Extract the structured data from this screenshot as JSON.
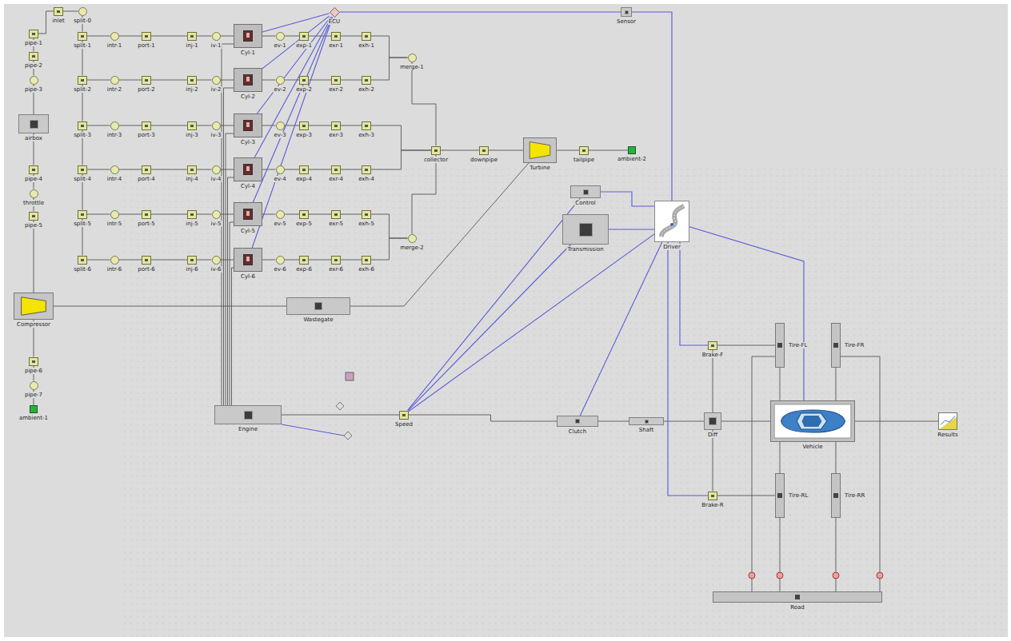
{
  "diagram": {
    "nodes": [
      {
        "text": [
          "inlet"
        ]
      },
      {
        "text": [
          "pipe-1"
        ]
      },
      {
        "text": [
          "pipe-2"
        ]
      },
      {
        "text": [
          "pipe-3"
        ]
      },
      {
        "text": [
          "airbox"
        ]
      },
      {
        "text": [
          "pipe-4"
        ]
      },
      {
        "text": [
          "throttle"
        ]
      },
      {
        "text": [
          "pipe-5"
        ]
      },
      {
        "text": [
          "Compressor"
        ]
      },
      {
        "text": [
          "pipe-6"
        ]
      },
      {
        "text": [
          "pipe-7"
        ]
      },
      {
        "text": [
          "ambient-1"
        ]
      },
      {
        "text": [
          "split-0"
        ]
      },
      {
        "text": [
          "split-1"
        ]
      },
      {
        "text": [
          "split-2"
        ]
      },
      {
        "text": [
          "split-3"
        ]
      },
      {
        "text": [
          "split-4"
        ]
      },
      {
        "text": [
          "split-5"
        ]
      },
      {
        "text": [
          "split-6"
        ]
      },
      {
        "text": [
          "intr-1"
        ]
      },
      {
        "text": [
          "port-1"
        ]
      },
      {
        "text": [
          "inj-1"
        ]
      },
      {
        "text": [
          "iv-1"
        ]
      },
      {
        "text": [
          "Cyl-1"
        ]
      },
      {
        "text": [
          "ev-1"
        ]
      },
      {
        "text": [
          "exp-1"
        ]
      },
      {
        "text": [
          "exr-1"
        ]
      },
      {
        "text": [
          "exh-1"
        ]
      },
      {
        "text": [
          "intr-2"
        ]
      },
      {
        "text": [
          "port-2"
        ]
      },
      {
        "text": [
          "inj-2"
        ]
      },
      {
        "text": [
          "iv-2"
        ]
      },
      {
        "text": [
          "Cyl-2"
        ]
      },
      {
        "text": [
          "ev-2"
        ]
      },
      {
        "text": [
          "exp-2"
        ]
      },
      {
        "text": [
          "exr-2"
        ]
      },
      {
        "text": [
          "exh-2"
        ]
      },
      {
        "text": [
          "intr-3"
        ]
      },
      {
        "text": [
          "port-3"
        ]
      },
      {
        "text": [
          "inj-3"
        ]
      },
      {
        "text": [
          "iv-3"
        ]
      },
      {
        "text": [
          "Cyl-3"
        ]
      },
      {
        "text": [
          "ev-3"
        ]
      },
      {
        "text": [
          "exp-3"
        ]
      },
      {
        "text": [
          "exr-3"
        ]
      },
      {
        "text": [
          "exh-3"
        ]
      },
      {
        "text": [
          "intr-4"
        ]
      },
      {
        "text": [
          "port-4"
        ]
      },
      {
        "text": [
          "inj-4"
        ]
      },
      {
        "text": [
          "iv-4"
        ]
      },
      {
        "text": [
          "Cyl-4"
        ]
      },
      {
        "text": [
          "ev-4"
        ]
      },
      {
        "text": [
          "exp-4"
        ]
      },
      {
        "text": [
          "exr-4"
        ]
      },
      {
        "text": [
          "exh-4"
        ]
      },
      {
        "text": [
          "intr-5"
        ]
      },
      {
        "text": [
          "port-5"
        ]
      },
      {
        "text": [
          "inj-5"
        ]
      },
      {
        "text": [
          "iv-5"
        ]
      },
      {
        "text": [
          "Cyl-5"
        ]
      },
      {
        "text": [
          "ev-5"
        ]
      },
      {
        "text": [
          "exp-5"
        ]
      },
      {
        "text": [
          "exr-5"
        ]
      },
      {
        "text": [
          "exh-5"
        ]
      },
      {
        "text": [
          "intr-6"
        ]
      },
      {
        "text": [
          "port-6"
        ]
      },
      {
        "text": [
          "inj-6"
        ]
      },
      {
        "text": [
          "iv-6"
        ]
      },
      {
        "text": [
          "Cyl-6"
        ]
      },
      {
        "text": [
          "ev-6"
        ]
      },
      {
        "text": [
          "exp-6"
        ]
      },
      {
        "text": [
          "exr-6"
        ]
      },
      {
        "text": [
          "exh-6"
        ]
      },
      {
        "text": [
          "merge-1"
        ]
      },
      {
        "text": [
          "merge-2"
        ]
      },
      {
        "text": [
          "collector"
        ]
      },
      {
        "text": [
          "downpipe"
        ]
      },
      {
        "text": [
          "Turbine"
        ]
      },
      {
        "text": [
          "tailpipe"
        ]
      },
      {
        "text": [
          "ambient-2"
        ]
      },
      {
        "text": [
          "Engine"
        ]
      },
      {
        "text": [
          "Wastegate"
        ]
      },
      {
        "text": [
          "ECU"
        ]
      },
      {
        "text": [
          "Sensor"
        ]
      },
      {
        "text": [
          "Driver"
        ]
      },
      {
        "text": [
          "Control"
        ]
      },
      {
        "text": [
          "Transmission"
        ]
      },
      {
        "text": [
          "Clutch"
        ]
      },
      {
        "text": [
          "Shaft"
        ]
      },
      {
        "text": [
          "Diff"
        ]
      },
      {
        "text": [
          "Vehicle"
        ]
      },
      {
        "text": [
          "Results"
        ]
      },
      {
        "text": [
          "Tire-FL"
        ]
      },
      {
        "text": [
          "Tire-FR"
        ]
      },
      {
        "text": [
          "Tire-RL"
        ]
      },
      {
        "text": [
          "Tire-RR"
        ]
      },
      {
        "text": [
          "Brake-F"
        ]
      },
      {
        "text": [
          "Brake-R"
        ]
      },
      {
        "text": [
          "Road"
        ]
      },
      {
        "text": [
          "Speed"
        ]
      }
    ],
    "edges": [
      {
        "from": 0,
        "to": 12,
        "arrow": "none"
      },
      {
        "from": 0,
        "to": 1,
        "arrow": "none"
      },
      {
        "from": 1,
        "to": 2,
        "arrow": "none"
      },
      {
        "from": 2,
        "to": 3,
        "arrow": "none"
      },
      {
        "from": 3,
        "to": 4,
        "arrow": "none"
      },
      {
        "from": 4,
        "to": 5,
        "arrow": "none"
      },
      {
        "from": 5,
        "to": 6,
        "arrow": "none"
      },
      {
        "from": 6,
        "to": 7,
        "arrow": "none"
      },
      {
        "from": 7,
        "to": 8,
        "arrow": "none"
      },
      {
        "from": 8,
        "to": 9,
        "arrow": "none"
      },
      {
        "from": 9,
        "to": 10,
        "arrow": "none"
      },
      {
        "from": 10,
        "to": 11,
        "arrow": "none"
      },
      {
        "from": 12,
        "to": 13,
        "arrow": "none"
      },
      {
        "from": 13,
        "to": 14,
        "arrow": "none"
      },
      {
        "from": 14,
        "to": 15,
        "arrow": "none"
      },
      {
        "from": 15,
        "to": 16,
        "arrow": "none"
      },
      {
        "from": 16,
        "to": 17,
        "arrow": "none"
      },
      {
        "from": 17,
        "to": 18,
        "arrow": "none"
      },
      {
        "from": 13,
        "to": 19,
        "arrow": "none"
      },
      {
        "from": 14,
        "to": 28,
        "arrow": "none"
      },
      {
        "from": 15,
        "to": 37,
        "arrow": "none"
      },
      {
        "from": 16,
        "to": 46,
        "arrow": "none"
      },
      {
        "from": 17,
        "to": 55,
        "arrow": "none"
      },
      {
        "from": 18,
        "to": 64,
        "arrow": "none"
      },
      {
        "from": 19,
        "to": 20,
        "arrow": "none"
      },
      {
        "from": 20,
        "to": 21,
        "arrow": "none"
      },
      {
        "from": 21,
        "to": 22,
        "arrow": "none"
      },
      {
        "from": 22,
        "to": 23,
        "arrow": "none"
      },
      {
        "from": 23,
        "to": 24,
        "arrow": "none"
      },
      {
        "from": 24,
        "to": 25,
        "arrow": "none"
      },
      {
        "from": 25,
        "to": 26,
        "arrow": "none"
      },
      {
        "from": 26,
        "to": 27,
        "arrow": "none"
      },
      {
        "from": 28,
        "to": 29,
        "arrow": "none"
      },
      {
        "from": 29,
        "to": 30,
        "arrow": "none"
      },
      {
        "from": 30,
        "to": 31,
        "arrow": "none"
      },
      {
        "from": 31,
        "to": 32,
        "arrow": "none"
      },
      {
        "from": 32,
        "to": 33,
        "arrow": "none"
      },
      {
        "from": 33,
        "to": 34,
        "arrow": "none"
      },
      {
        "from": 34,
        "to": 35,
        "arrow": "none"
      },
      {
        "from": 35,
        "to": 36,
        "arrow": "none"
      },
      {
        "from": 37,
        "to": 38,
        "arrow": "none"
      },
      {
        "from": 38,
        "to": 39,
        "arrow": "none"
      },
      {
        "from": 39,
        "to": 40,
        "arrow": "none"
      },
      {
        "from": 40,
        "to": 41,
        "arrow": "none"
      },
      {
        "from": 41,
        "to": 42,
        "arrow": "none"
      },
      {
        "from": 42,
        "to": 43,
        "arrow": "none"
      },
      {
        "from": 43,
        "to": 44,
        "arrow": "none"
      },
      {
        "from": 44,
        "to": 45,
        "arrow": "none"
      },
      {
        "from": 46,
        "to": 47,
        "arrow": "none"
      },
      {
        "from": 47,
        "to": 48,
        "arrow": "none"
      },
      {
        "from": 48,
        "to": 49,
        "arrow": "none"
      },
      {
        "from": 49,
        "to": 50,
        "arrow": "none"
      },
      {
        "from": 50,
        "to": 51,
        "arrow": "none"
      },
      {
        "from": 51,
        "to": 52,
        "arrow": "none"
      },
      {
        "from": 52,
        "to": 53,
        "arrow": "none"
      },
      {
        "from": 53,
        "to": 54,
        "arrow": "none"
      },
      {
        "from": 55,
        "to": 56,
        "arrow": "none"
      },
      {
        "from": 56,
        "to": 57,
        "arrow": "none"
      },
      {
        "from": 57,
        "to": 58,
        "arrow": "none"
      },
      {
        "from": 58,
        "to": 59,
        "arrow": "none"
      },
      {
        "from": 59,
        "to": 60,
        "arrow": "none"
      },
      {
        "from": 60,
        "to": 61,
        "arrow": "none"
      },
      {
        "from": 61,
        "to": 62,
        "arrow": "none"
      },
      {
        "from": 62,
        "to": 63,
        "arrow": "none"
      },
      {
        "from": 64,
        "to": 65,
        "arrow": "none"
      },
      {
        "from": 65,
        "to": 66,
        "arrow": "none"
      },
      {
        "from": 66,
        "to": 67,
        "arrow": "none"
      },
      {
        "from": 67,
        "to": 68,
        "arrow": "none"
      },
      {
        "from": 68,
        "to": 69,
        "arrow": "none"
      },
      {
        "from": 69,
        "to": 70,
        "arrow": "none"
      },
      {
        "from": 70,
        "to": 71,
        "arrow": "none"
      },
      {
        "from": 71,
        "to": 72,
        "arrow": "none"
      },
      {
        "from": 27,
        "to": 73,
        "arrow": "none"
      },
      {
        "from": 36,
        "to": 73,
        "arrow": "none"
      },
      {
        "from": 45,
        "to": 75,
        "arrow": "none"
      },
      {
        "from": 54,
        "to": 75,
        "arrow": "none"
      },
      {
        "from": 63,
        "to": 74,
        "arrow": "none"
      },
      {
        "from": 72,
        "to": 74,
        "arrow": "none"
      },
      {
        "from": 73,
        "to": 75,
        "arrow": "none"
      },
      {
        "from": 74,
        "to": 75,
        "arrow": "none"
      },
      {
        "from": 75,
        "to": 76,
        "arrow": "none"
      },
      {
        "from": 76,
        "to": 77,
        "arrow": "none"
      },
      {
        "from": 77,
        "to": 78,
        "arrow": "none"
      },
      {
        "from": 78,
        "to": 79,
        "arrow": "none"
      },
      {
        "from": 77,
        "to": 81,
        "arrow": "none"
      },
      {
        "from": 81,
        "to": 8,
        "arrow": "none"
      },
      {
        "from": 23,
        "to": 80,
        "arrow": "none"
      },
      {
        "from": 32,
        "to": 80,
        "arrow": "none"
      },
      {
        "from": 41,
        "to": 80,
        "arrow": "none"
      },
      {
        "from": 50,
        "to": 80,
        "arrow": "none"
      },
      {
        "from": 59,
        "to": 80,
        "arrow": "none"
      },
      {
        "from": 68,
        "to": 80,
        "arrow": "none"
      },
      {
        "from": 80,
        "to": 99,
        "arrow": "none"
      },
      {
        "from": 99,
        "to": 87,
        "arrow": "none"
      },
      {
        "from": 87,
        "to": 88,
        "arrow": "none"
      },
      {
        "from": 88,
        "to": 89,
        "arrow": "none"
      },
      {
        "from": 89,
        "to": 90,
        "arrow": "none"
      },
      {
        "from": 90,
        "to": 91,
        "arrow": "none"
      },
      {
        "from": 89,
        "to": 96,
        "arrow": "none"
      },
      {
        "from": 89,
        "to": 97,
        "arrow": "none"
      },
      {
        "from": 96,
        "to": 92,
        "arrow": "none"
      },
      {
        "from": 97,
        "to": 94,
        "arrow": "none"
      },
      {
        "from": 92,
        "to": 90,
        "arrow": "none"
      },
      {
        "from": 93,
        "to": 90,
        "arrow": "none"
      },
      {
        "from": 94,
        "to": 90,
        "arrow": "none"
      },
      {
        "from": 95,
        "to": 90,
        "arrow": "none"
      },
      {
        "from": 98,
        "to": 92,
        "arrow": "none"
      },
      {
        "from": 98,
        "to": 93,
        "arrow": "none"
      },
      {
        "from": 98,
        "to": 94,
        "arrow": "none"
      },
      {
        "from": 98,
        "to": 95,
        "arrow": "none"
      },
      {
        "from": 23,
        "to": 82,
        "arrow": "none"
      },
      {
        "from": 32,
        "to": 82,
        "arrow": "none"
      },
      {
        "from": 41,
        "to": 82,
        "arrow": "none"
      },
      {
        "from": 50,
        "to": 82,
        "arrow": "none"
      },
      {
        "from": 59,
        "to": 82,
        "arrow": "none"
      },
      {
        "from": 68,
        "to": 82,
        "arrow": "none"
      },
      {
        "from": 82,
        "to": 83,
        "arrow": "none"
      },
      {
        "from": 83,
        "to": 84,
        "arrow": "none"
      },
      {
        "from": 84,
        "to": 90,
        "arrow": "none"
      },
      {
        "from": 99,
        "to": 85,
        "arrow": "none"
      },
      {
        "from": 99,
        "to": 86,
        "arrow": "none"
      },
      {
        "from": 99,
        "to": 84,
        "arrow": "none"
      },
      {
        "from": 85,
        "to": 84,
        "arrow": "none"
      },
      {
        "from": 86,
        "to": 84,
        "arrow": "none"
      },
      {
        "from": 84,
        "to": 96,
        "arrow": "none"
      },
      {
        "from": 84,
        "to": 97,
        "arrow": "none"
      },
      {
        "from": 84,
        "to": 87,
        "arrow": "none"
      }
    ]
  }
}
